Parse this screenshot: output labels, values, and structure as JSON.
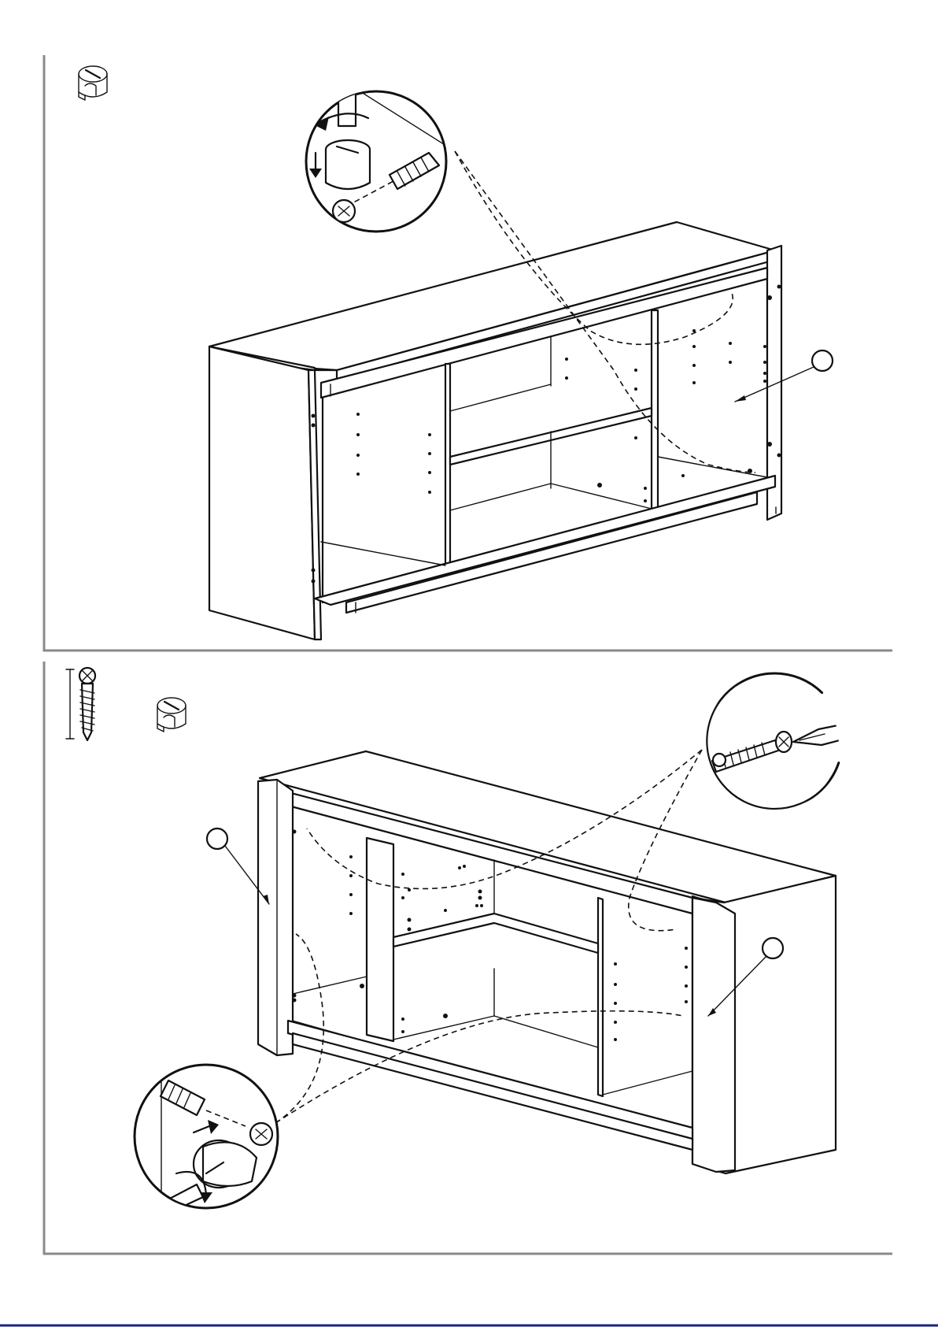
{
  "page": {
    "background": "#ffffff",
    "line_color": "#111111",
    "frame_color": "#8a8a8a",
    "footer_rule_color": "#1a237e"
  },
  "steps": [
    {
      "hardware": [
        {
          "icon": "cam-lock-icon"
        }
      ],
      "callouts": [
        {
          "icon": "cam-lock-tightening-detail"
        }
      ],
      "part_labels": [
        {
          "text": ""
        }
      ]
    },
    {
      "hardware": [
        {
          "icon": "long-screw-icon"
        },
        {
          "icon": "cam-lock-icon"
        }
      ],
      "callouts": [
        {
          "icon": "screw-driving-detail"
        },
        {
          "icon": "cam-lock-tightening-detail"
        }
      ],
      "part_labels": [
        {
          "text": ""
        },
        {
          "text": ""
        }
      ]
    }
  ]
}
